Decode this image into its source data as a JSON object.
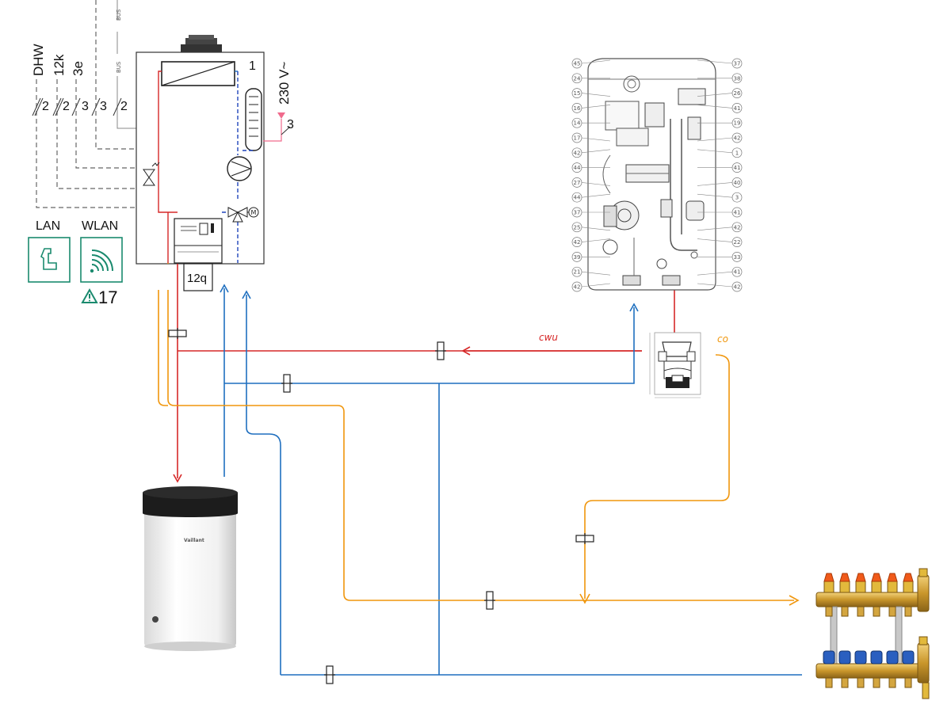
{
  "colors": {
    "hot": "#d62828",
    "cold": "#1f6fbf",
    "heating": "#f0960c",
    "bus": "#666666",
    "accent": "#1a8a6e",
    "pink": "#f06a8c"
  },
  "boiler": {
    "label_1": "1",
    "voltage": "230 V~",
    "label_3": "3",
    "label_12q": "12q"
  },
  "wiring": {
    "bus_label_top": "BUS",
    "bus_label_side": "BUS",
    "columns": [
      {
        "header": "DHW",
        "count": "2"
      },
      {
        "header": "12k",
        "count": "2"
      },
      {
        "header": "3e",
        "count": "3"
      },
      {
        "header": "",
        "count": "3"
      },
      {
        "header": "",
        "count": "2"
      }
    ]
  },
  "connectivity": {
    "lan_label": "LAN",
    "wlan_label": "WLAN",
    "warning_number": "17",
    "lan_icon": "lan-plug-icon",
    "wlan_icon": "wifi-icon",
    "warning_icon": "warning-triangle-icon"
  },
  "pipes": {
    "cwu_label": "cwu",
    "co_label": "co"
  },
  "cylinder": {
    "brand": "Vaillant"
  },
  "exploded_view": {
    "left_labels": [
      "45",
      "24",
      "15",
      "16",
      "14",
      "17",
      "42",
      "44",
      "27",
      "44",
      "37",
      "25",
      "42",
      "39",
      "21",
      "42"
    ],
    "right_labels": [
      "37",
      "38",
      "26",
      "41",
      "19",
      "42",
      "1",
      "41",
      "40",
      "3",
      "41",
      "42",
      "22",
      "33",
      "41",
      "42"
    ]
  }
}
